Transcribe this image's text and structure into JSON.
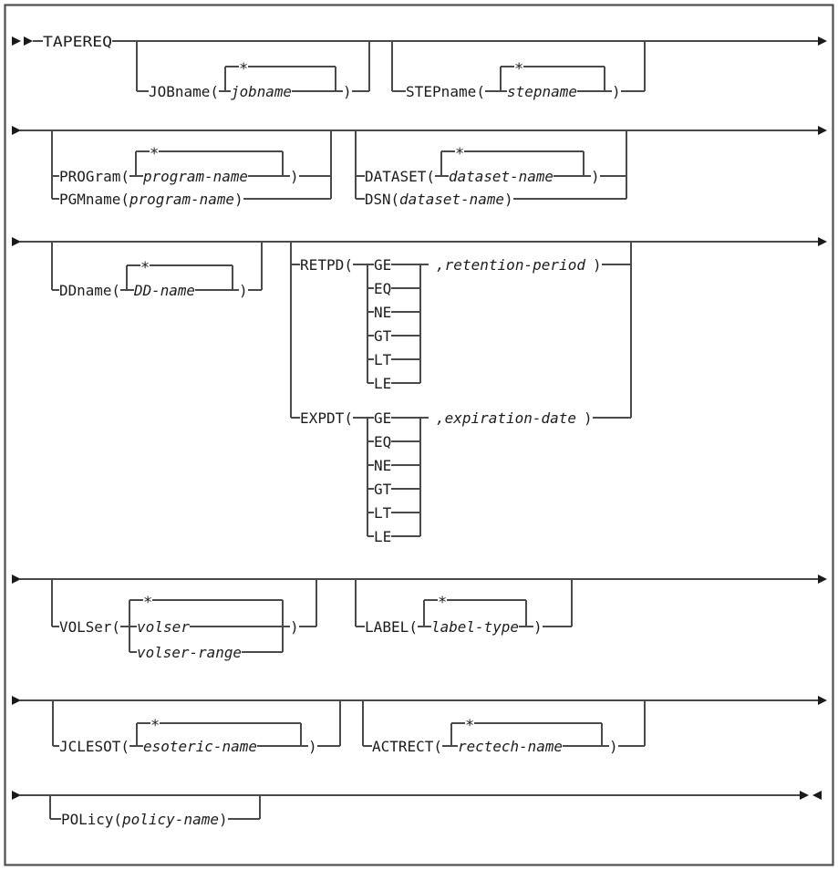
{
  "colors": {
    "background": "#ffffff",
    "line": "#4a4a4a",
    "text": "#1c1c1c",
    "border": "#4f4f4f"
  },
  "diagram": {
    "command": "TAPEREQ",
    "default_star": "*",
    "close_paren": ")",
    "operators": [
      "GE",
      "EQ",
      "NE",
      "GT",
      "LT",
      "LE"
    ],
    "row1": {
      "jobname_kw": "JOBname(",
      "jobname_var": "jobname",
      "stepname_kw": "STEPname(",
      "stepname_var": "stepname"
    },
    "row2": {
      "program_kw": "PROGram(",
      "program_var": "program-name",
      "pgmname_kw": "PGMname(",
      "dataset_kw": "DATASET(",
      "dataset_var": "dataset-name",
      "dsn_kw": "DSN("
    },
    "row3": {
      "ddname_kw": "DDname(",
      "ddname_var": "DD-name",
      "retpd_kw": "RETPD(",
      "retpd_var": ",retention-period",
      "expdt_kw": "EXPDT(",
      "expdt_var": ",expiration-date"
    },
    "row4": {
      "volser_kw": "VOLSer(",
      "volser_var": "volser",
      "volser_range_var": "volser-range",
      "label_kw": "LABEL(",
      "label_var": "label-type"
    },
    "row5": {
      "jclesot_kw": "JCLESOT(",
      "jclesot_var": "esoteric-name",
      "actrect_kw": "ACTRECT(",
      "actrect_var": "rectech-name"
    },
    "row6": {
      "policy_kw": "POLicy(",
      "policy_var": "policy-name"
    }
  }
}
